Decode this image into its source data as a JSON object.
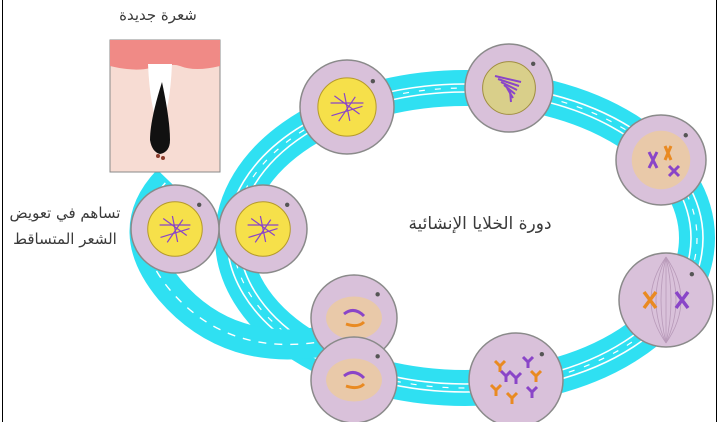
{
  "labels": {
    "new_hair": "شعرة جديدة",
    "replace_line1": "تساهم في تعويض",
    "replace_line2": "الشعر المتساقط",
    "cycle": "دورة الخلايا الإنشائية"
  },
  "colors": {
    "ring": "#2fe0f2",
    "ring_line": "#ffffff",
    "cell": "#d9c1da",
    "cell_border": "#8a8a8a",
    "nucleus": "#f6e04a",
    "cytoplasm_orange": "#e9c9a9",
    "chromosome_purple": "#8a45c8",
    "chromosome_orange": "#e98a22",
    "skin_top": "#f08a86",
    "skin": "#f7dcd3",
    "hair": "#111111"
  },
  "icons": {
    "hair_follicle": "hair-follicle-icon"
  },
  "stages": [
    "interphase",
    "prophase-early",
    "prophase",
    "metaphase",
    "anaphase",
    "telophase",
    "daughter-cell-inner",
    "daughter-cell-outer"
  ]
}
